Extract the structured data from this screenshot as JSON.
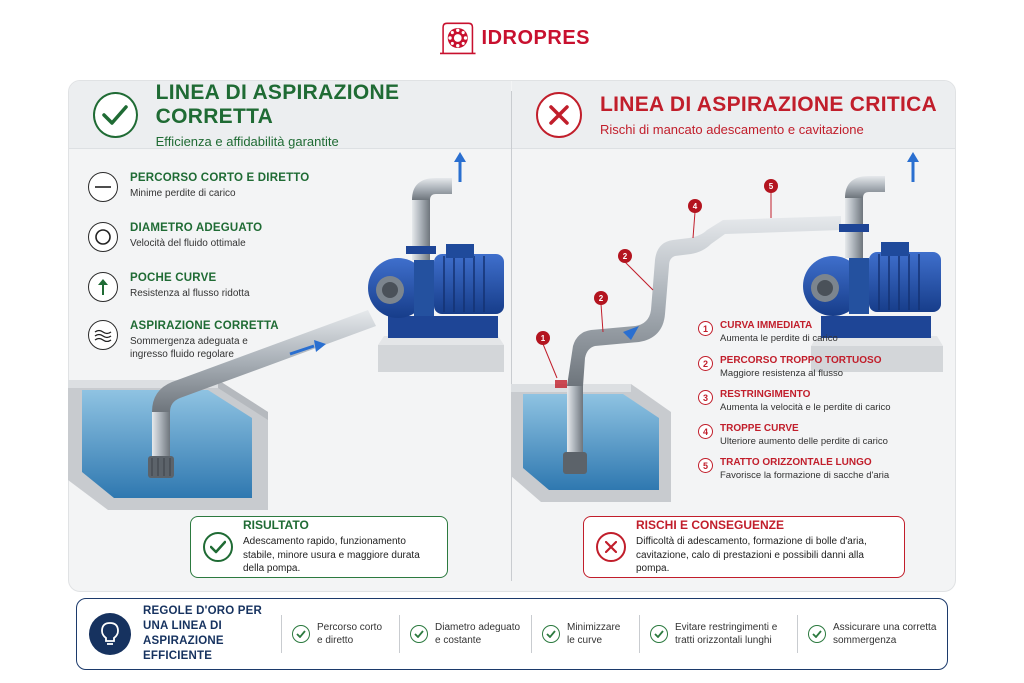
{
  "brand": {
    "name": "IDROPRES",
    "color": "#c8102e"
  },
  "colors": {
    "good": "#1f6b34",
    "bad": "#c11e2b",
    "navy": "#16325f",
    "pump": "#1f4fa8"
  },
  "left": {
    "title": "LINEA DI ASPIRAZIONE CORRETTA",
    "subtitle": "Efficienza e affidabilità garantite",
    "icon": "check-icon",
    "features": [
      {
        "icon": "straight-line-icon",
        "title": "PERCORSO CORTO E DIRETTO",
        "desc": "Minime perdite di carico"
      },
      {
        "icon": "pipe-section-icon",
        "title": "DIAMETRO ADEGUATO",
        "desc": "Velocità del fluido ottimale"
      },
      {
        "icon": "arrow-up-icon",
        "title": "POCHE CURVE",
        "desc": "Resistenza al flusso ridotta"
      },
      {
        "icon": "water-waves-icon",
        "title": "ASPIRAZIONE CORRETTA",
        "desc": "Sommergenza adeguata e ingresso fluido regolare"
      }
    ],
    "result": {
      "title": "RISULTATO",
      "desc": "Adescamento rapido, funzionamento stabile, minore usura e maggiore durata della pompa."
    }
  },
  "right": {
    "title": "LINEA DI ASPIRAZIONE CRITICA",
    "subtitle": "Rischi di mancato adescamento e cavitazione",
    "icon": "x-icon",
    "risks": [
      {
        "num": "1",
        "title": "CURVA IMMEDIATA",
        "desc": "Aumenta le perdite di carico"
      },
      {
        "num": "2",
        "title": "PERCORSO TROPPO TORTUOSO",
        "desc": "Maggiore resistenza al flusso"
      },
      {
        "num": "3",
        "title": "RESTRINGIMENTO",
        "desc": "Aumenta la velocità e le perdite di carico"
      },
      {
        "num": "4",
        "title": "TROPPE CURVE",
        "desc": "Ulteriore aumento delle perdite di carico"
      },
      {
        "num": "5",
        "title": "TRATTO ORIZZONTALE LUNGO",
        "desc": "Favorisce la formazione di sacche d'aria"
      }
    ],
    "markers": [
      "1",
      "2",
      "2",
      "4",
      "5"
    ],
    "result": {
      "title": "RISCHI E CONSEGUENZE",
      "desc": "Difficoltà di adescamento, formazione di bolle d'aria, cavitazione, calo di prestazioni e possibili danni alla pompa."
    }
  },
  "rules": {
    "title": "REGOLE D'ORO PER UNA LINEA DI ASPIRAZIONE EFFICIENTE",
    "items": [
      "Percorso corto e diretto",
      "Diametro adeguato e costante",
      "Minimizzare le curve",
      "Evitare restringimenti e tratti orizzontali lunghi",
      "Assicurare una corretta sommergenza"
    ]
  }
}
